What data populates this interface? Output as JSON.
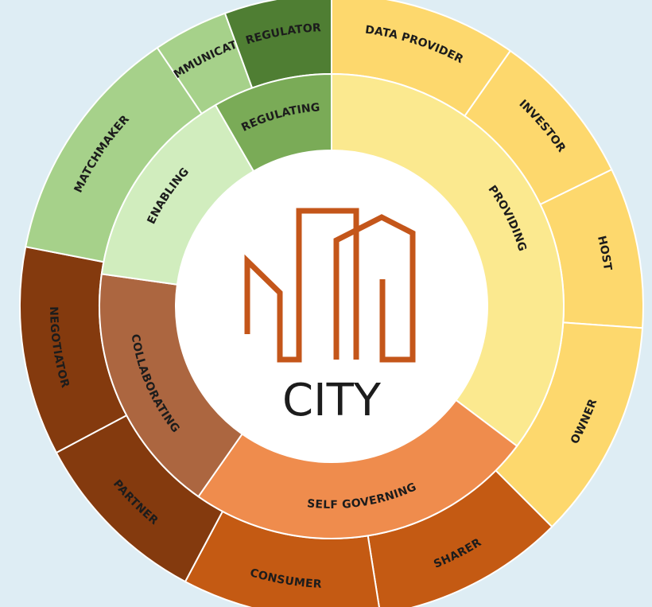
{
  "center": {
    "title": "CITY",
    "logo": "city-buildings-logo",
    "logo_color": "#c4561a"
  },
  "inner_ring": [
    {
      "label": "PROVIDING",
      "color": "#fbe98f"
    },
    {
      "label": "SELF GOVERNING",
      "color": "#ef8c4d"
    },
    {
      "label": "COLLABORATING",
      "color": "#ac6640"
    },
    {
      "label": "ENABLING",
      "color": "#d1edbe"
    },
    {
      "label": "REGULATING",
      "color": "#7aab57"
    }
  ],
  "outer_ring": [
    {
      "label": "DATA PROVIDER",
      "color": "#fdd86d"
    },
    {
      "label": "INVESTOR",
      "color": "#fdd86d"
    },
    {
      "label": "HOST",
      "color": "#fdd86d"
    },
    {
      "label": "OWNER",
      "color": "#fdd86d"
    },
    {
      "label": "SHARER",
      "color": "#c45a13"
    },
    {
      "label": "CONSUMER",
      "color": "#c45a13"
    },
    {
      "label": "PARTNER",
      "color": "#843a0e"
    },
    {
      "label": "NEGOTIATOR",
      "color": "#843a0e"
    },
    {
      "label": "MATCHMAKER",
      "color": "#a6d18a"
    },
    {
      "label": "COMMUNICATOR",
      "color": "#a6d18a"
    },
    {
      "label": "REGULATOR",
      "color": "#4f7e33"
    }
  ]
}
